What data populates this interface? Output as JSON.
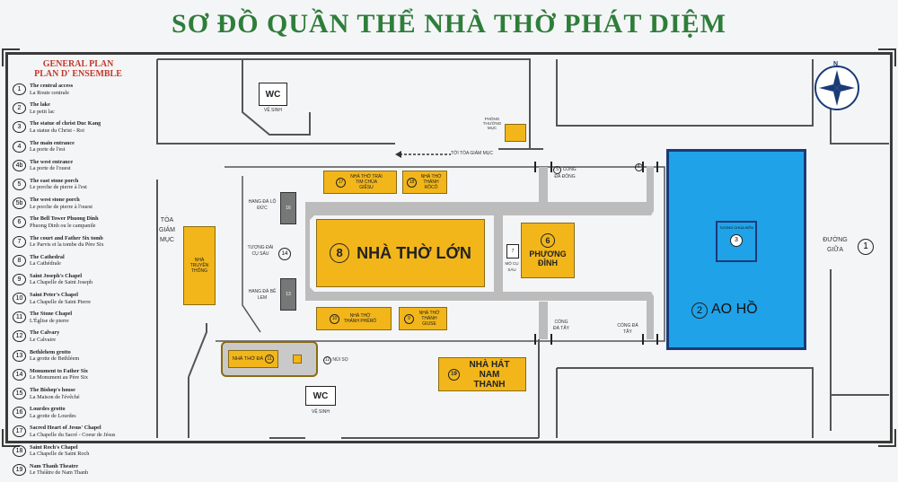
{
  "title": "SƠ ĐỒ QUẦN THỂ NHÀ THỜ PHÁT DIỆM",
  "legend": {
    "title_en": "GENERAL PLAN",
    "title_fr": "PLAN D' ENSEMBLE",
    "items": [
      {
        "num": "1",
        "en": "The central access",
        "fr": "La Route centrale"
      },
      {
        "num": "2",
        "en": "The lake",
        "fr": "Le petit lac"
      },
      {
        "num": "3",
        "en": "The statue of christ Duc Kang",
        "fr": "La statue du Christ - Roi"
      },
      {
        "num": "4",
        "en": "The main entrance",
        "fr": "La porte de l'est"
      },
      {
        "num": "4b",
        "en": "The west entrance",
        "fr": "La porte de l'ouest"
      },
      {
        "num": "5",
        "en": "The east stone porch",
        "fr": "Le porche de pierre à l'est"
      },
      {
        "num": "5b",
        "en": "The west stone porch",
        "fr": "Le porche de pierre à l'ouest"
      },
      {
        "num": "6",
        "en": "The Bell Tower Phuong Dinh",
        "fr": "Phuong Dinh ou le campanile"
      },
      {
        "num": "7",
        "en": "The court and Father Six tomb",
        "fr": "Le Parvis et la tombe du Père Six"
      },
      {
        "num": "8",
        "en": "The Cathedral",
        "fr": "La Cathédrale"
      },
      {
        "num": "9",
        "en": "Saint Joseph's Chapel",
        "fr": "La Chapelle de Saint Joseph"
      },
      {
        "num": "10",
        "en": "Saint Peter's Chapel",
        "fr": "La Chapelle de Saint Pierre"
      },
      {
        "num": "11",
        "en": "The Stone Chapel",
        "fr": "L'Église de pierre"
      },
      {
        "num": "12",
        "en": "The Calvary",
        "fr": "Le Calvaire"
      },
      {
        "num": "13",
        "en": "Bethlehem grotto",
        "fr": "La grotte de Bethléem"
      },
      {
        "num": "14",
        "en": "Monument to Father Six",
        "fr": "Le Monument au Père Six"
      },
      {
        "num": "15",
        "en": "The Bishop's house",
        "fr": "La Maison de l'évêché"
      },
      {
        "num": "16",
        "en": "Lourdes grotto",
        "fr": "La grotte de Lourdes"
      },
      {
        "num": "17",
        "en": "Sacred Heart of Jesus' Chapel",
        "fr": "La Chapelle du Sacré - Coeur de Jésus"
      },
      {
        "num": "18",
        "en": "Saint Roch's Chapel",
        "fr": "La Chapelle de Saint Roch"
      },
      {
        "num": "19",
        "en": "Nam Thanh Theatre",
        "fr": "Le Théâtre de Nam Thanh"
      }
    ]
  },
  "map": {
    "wc_top": {
      "title": "WC",
      "sub": "VỆ SINH"
    },
    "wc_bottom": {
      "title": "WC",
      "sub": "VỆ SINH"
    },
    "phuong_thuong_muc": "PHÒNG THƯỜNG MỤC",
    "to_toa_giam_muc": "TỚI TÒA GIÁM MỤC",
    "nha_tho_trai_tim": {
      "num": "17",
      "text": "NHÀ THỜ TRÁI TIM CHÚA GIÊSU"
    },
    "nha_tho_thanh_roco": {
      "num": "18",
      "text": "NHÀ THỜ THÁNH RÔCÔ"
    },
    "cong_da_dong": {
      "num": "5",
      "text": "CỔNG ĐÁ ĐÔNG"
    },
    "gate_4": "4",
    "toa_giam_muc": "TÒA GIÁM MỤC",
    "nha_truyen_thong": "NHÀ TRUYỀN THỐNG",
    "hang_da_lo_duc": {
      "num": "16",
      "text": "HANG ĐÁ LỘ ĐỨC"
    },
    "tuong_dai_cu_sau": {
      "num": "14",
      "text": "TƯỢNG ĐÀI CỤ SÁU"
    },
    "hang_da_be_lem": {
      "num": "13",
      "text": "HANG ĐÁ BÊ LEM"
    },
    "cathedral": {
      "num": "8",
      "text": "NHÀ THỜ LỚN"
    },
    "tomb": {
      "num": "7",
      "text": "MỘ CỤ SÁU"
    },
    "phuong_dinh": {
      "num": "6",
      "text": "PHƯƠNG ĐÌNH"
    },
    "nha_tho_thanh_phero": {
      "num": "10",
      "text": "NHÀ THỜ THÁNH PHÊRÔ"
    },
    "nha_tho_thanh_giuse": {
      "num": "9",
      "text": "NHÀ THỜ THÁNH GIUSE"
    },
    "cong_da_tay_left": "CỔNG ĐÁ TÂY",
    "cong_da_tay_right": "CỔNG ĐÁ TÂY",
    "nha_tho_da": {
      "num": "11",
      "text": "NHÀ THỜ ĐÁ"
    },
    "nui_so": {
      "num": "12",
      "text": "NÚI SỌ"
    },
    "nha_hat": {
      "num": "19",
      "text": "NHÀ HÁT NAM THANH"
    },
    "statue": {
      "num": "3",
      "text": "TƯỢNG CHÚA KIÊN"
    },
    "pond": {
      "num": "2",
      "text": "AO HỒ"
    },
    "duong_giua": {
      "num": "1",
      "text": "ĐƯỜNG GIỮA"
    },
    "compass": "N"
  },
  "colors": {
    "title": "#2f7d3a",
    "building": "#f2b61b",
    "pond": "#1fa2e8",
    "road": "#bfbfbf"
  }
}
